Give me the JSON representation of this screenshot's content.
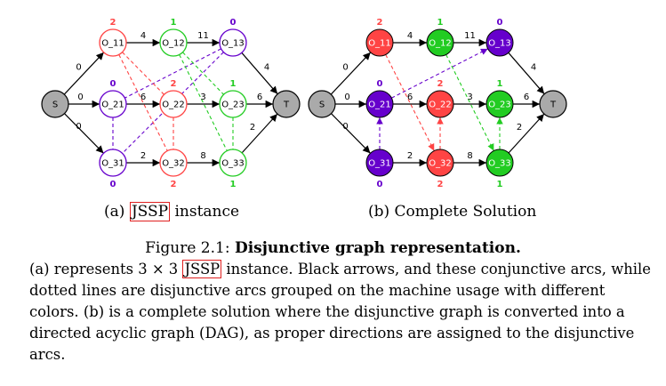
{
  "colors": {
    "machine0": "#6600cc",
    "machine1": "#22cc22",
    "machine2": "#ff4444",
    "terminal": "#aaaaaa",
    "boxed_ref": "#e02020"
  },
  "node_labels": {
    "S": "S",
    "T": "T",
    "O_11": "O_11",
    "O_12": "O_12",
    "O_13": "O_13",
    "O_21": "O_21",
    "O_22": "O_22",
    "O_23": "O_23",
    "O_31": "O_31",
    "O_32": "O_32",
    "O_33": "O_33"
  },
  "machines": {
    "O_11": "2",
    "O_12": "1",
    "O_13": "0",
    "O_21": "0",
    "O_22": "2",
    "O_23": "1",
    "O_31": "0",
    "O_32": "2",
    "O_33": "1"
  },
  "edge_weights": {
    "S_O11": "0",
    "S_O21": "0",
    "S_O31": "0",
    "O11_O12": "4",
    "O12_O13": "11",
    "O13_T": "4",
    "O21_O22": "6",
    "O22_O23": "3",
    "O23_T": "6",
    "O31_O32": "2",
    "O32_O33": "8",
    "O33_T": "2"
  },
  "subcaption_a": {
    "prefix": "(a) ",
    "ref": "JSSP",
    "suffix": " instance"
  },
  "subcaption_b": "(b) Complete Solution",
  "caption": {
    "label": "Figure 2.1: ",
    "title": "Disjunctive graph representation.",
    "body_prefix": "(a) represents 3 × 3 ",
    "body_ref": "JSSP",
    "body_suffix": " instance. Black arrows, and these conjunctive arcs, while dotted lines are disjunctive arcs grouped on the machine usage with different colors. (b) is a complete solution where the disjunctive graph is converted into a directed acyclic graph (DAG), as proper directions are assigned to the disjunctive arcs."
  }
}
